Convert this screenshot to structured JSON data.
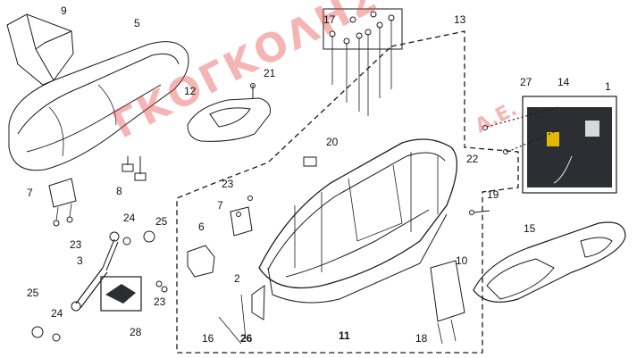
{
  "watermark": {
    "text": "ΓΚΟΓΚΟΛΗΣ",
    "suffix": "Α.Ε.",
    "color": "#e63c3c"
  },
  "callouts": {
    "c1": "1",
    "c2": "2",
    "c3": "3",
    "c5": "5",
    "c6": "6",
    "c7a": "7",
    "c7b": "7",
    "c8": "8",
    "c9": "9",
    "c10": "10",
    "c11": "11",
    "c12": "12",
    "c13": "13",
    "c14": "14",
    "c15": "15",
    "c16": "16",
    "c17": "17",
    "c18": "18",
    "c19": "19",
    "c20": "20",
    "c21": "21",
    "c22": "22",
    "c23a": "23",
    "c23b": "23",
    "c23c": "23",
    "c24a": "24",
    "c24b": "24",
    "c25a": "25",
    "c25b": "25",
    "c26": "26",
    "c27": "27",
    "c28": "28"
  },
  "colors": {
    "line": "#1a1a1a",
    "dashed_frame": "#1a1a1a",
    "inset_bg": "#2c2e33",
    "connector": "#e2b800"
  }
}
